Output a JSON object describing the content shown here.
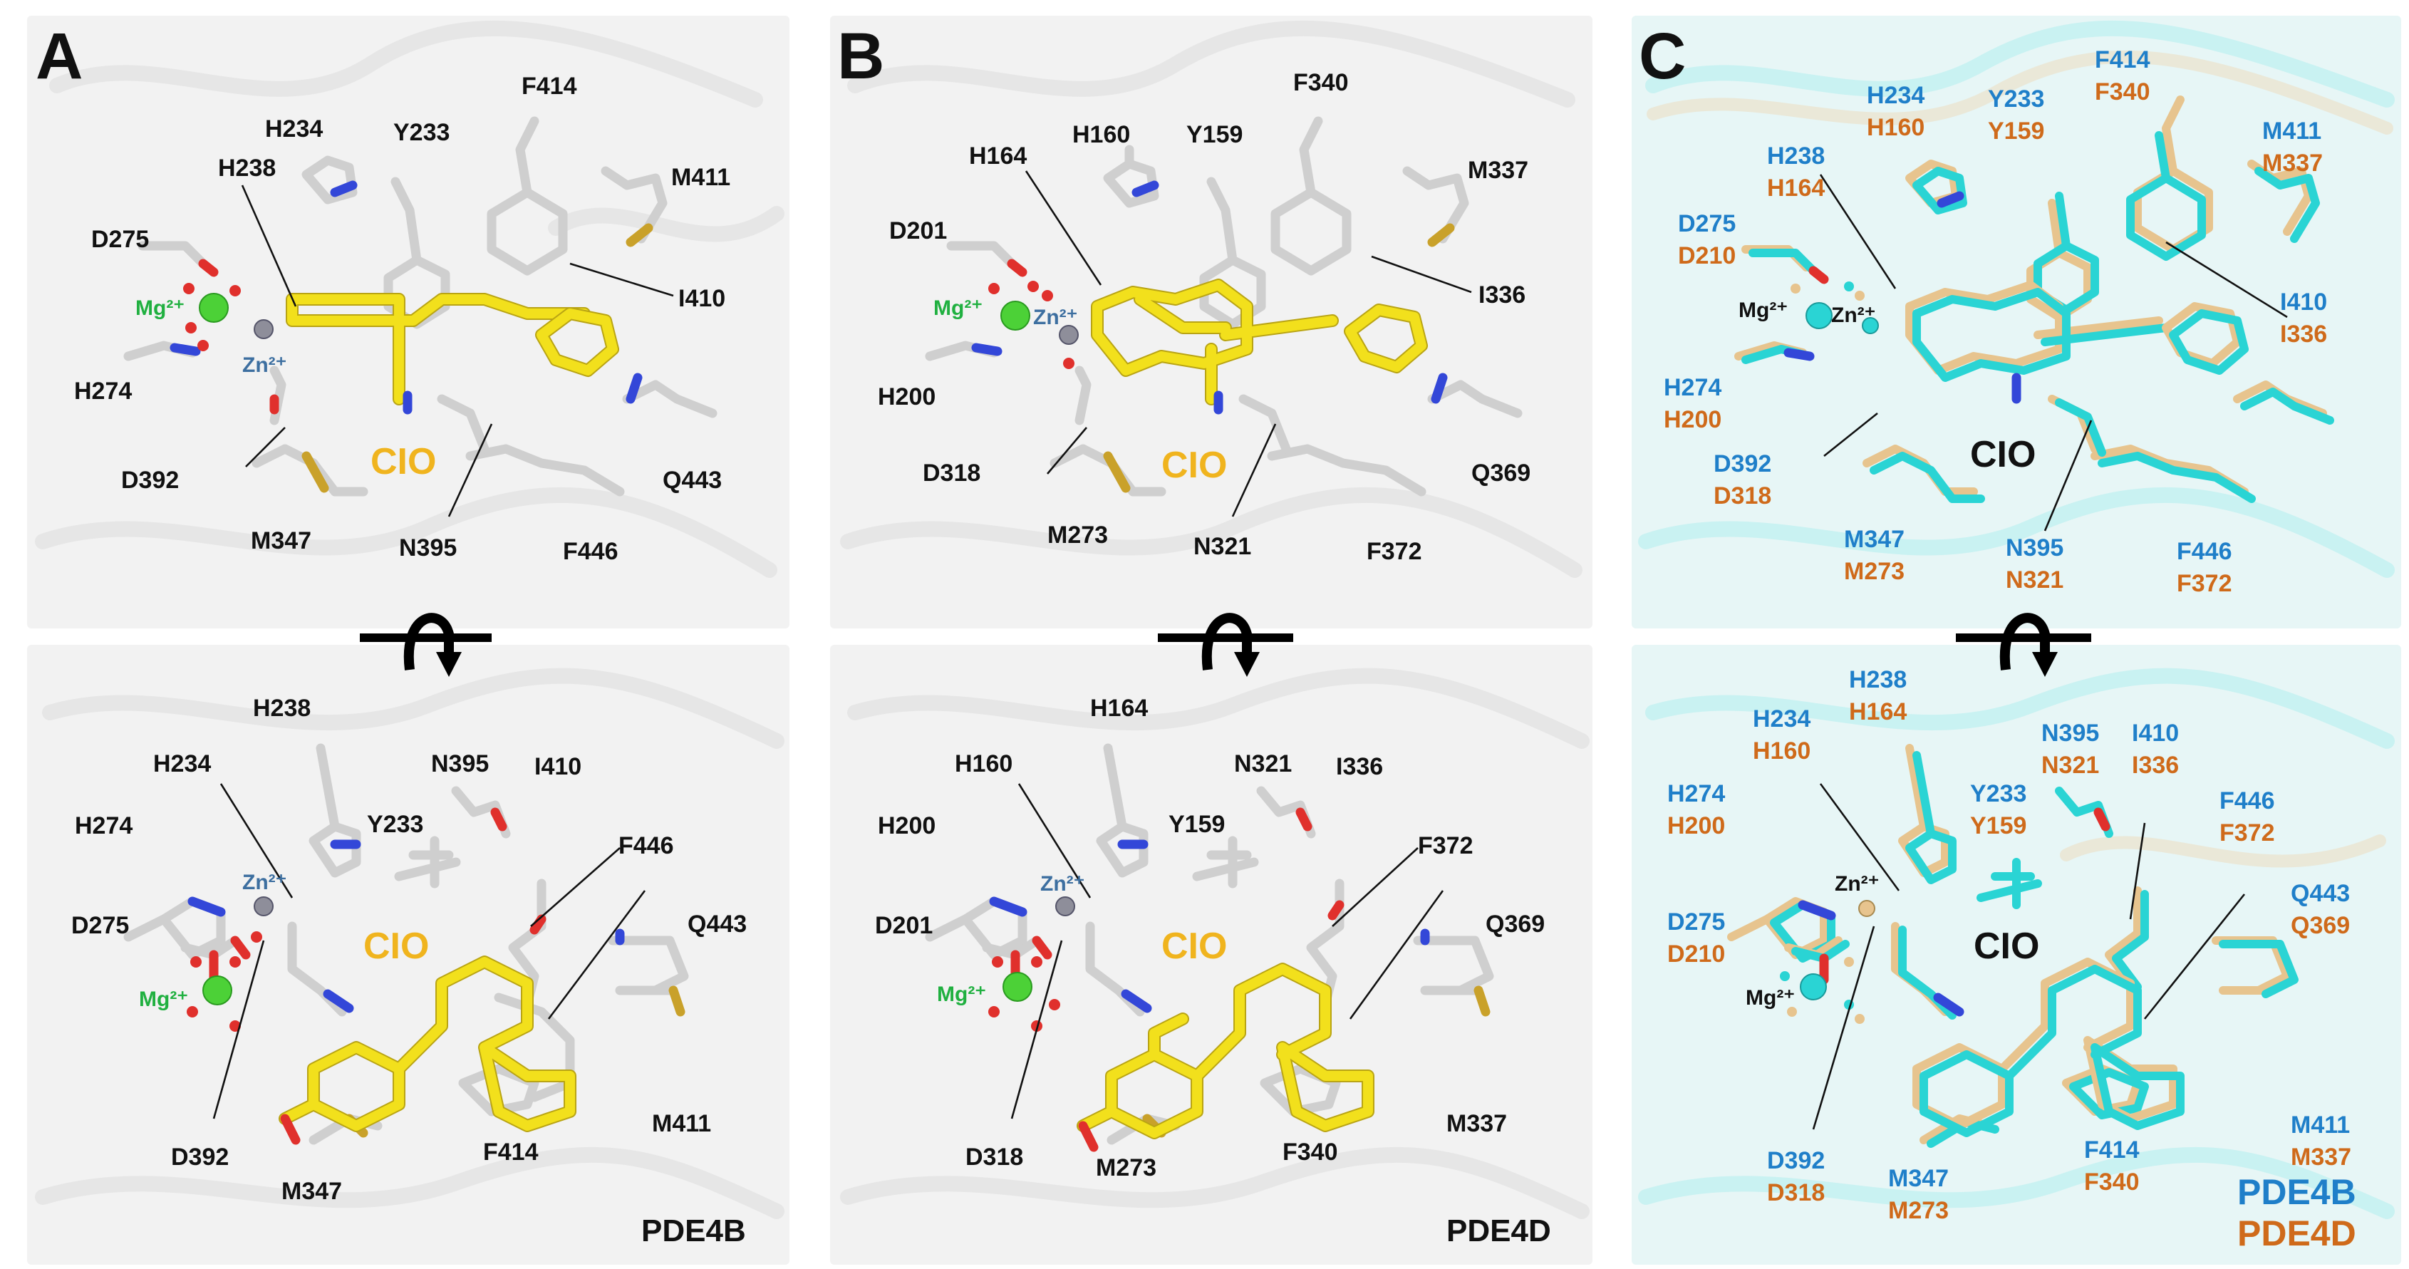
{
  "panels": [
    {
      "letter": "A",
      "ligand": "CIO",
      "corner_label": "",
      "top_labels": [
        "H234",
        "Y233",
        "F414",
        "M411",
        "H238",
        "D275",
        "I410",
        "H274",
        "D392",
        "Q443",
        "M347",
        "N395",
        "F446"
      ],
      "bottom_labels": [
        "H238",
        "H234",
        "N395",
        "I410",
        "H274",
        "Y233",
        "F446",
        "D275",
        "Q443",
        "D392",
        "F414",
        "M411",
        "M347"
      ],
      "ions_top": {
        "mg": "Mg²⁺",
        "zn": "Zn²⁺"
      },
      "ions_bottom": {
        "mg": "Mg²⁺",
        "zn": "Zn²⁺"
      },
      "bottom_corner": "PDE4B"
    },
    {
      "letter": "B",
      "ligand": "CIO",
      "top_labels": [
        "F340",
        "H164",
        "H160",
        "Y159",
        "M337",
        "D201",
        "I336",
        "H200",
        "D318",
        "Q369",
        "M273",
        "N321",
        "F372"
      ],
      "bottom_labels": [
        "H164",
        "H160",
        "N321",
        "I336",
        "H200",
        "Y159",
        "F372",
        "D201",
        "Q369",
        "D318",
        "F340",
        "M337",
        "M273"
      ],
      "ions_top": {
        "mg": "Mg²⁺",
        "zn": "Zn²⁺"
      },
      "ions_bottom": {
        "mg": "Mg²⁺",
        "zn": "Zn²⁺"
      },
      "bottom_corner": "PDE4D"
    },
    {
      "letter": "C",
      "ligand": "CIO",
      "top_pairs": [
        [
          "H234",
          "H160"
        ],
        [
          "Y233",
          "Y159"
        ],
        [
          "F414",
          "F340"
        ],
        [
          "M411",
          "M337"
        ],
        [
          "H238",
          "H164"
        ],
        [
          "D275",
          "D210"
        ],
        [
          "I410",
          "I336"
        ],
        [
          "H274",
          "H200"
        ],
        [
          "D392",
          "D318"
        ],
        [
          "M347",
          "M273"
        ],
        [
          "N395",
          "N321"
        ],
        [
          "F446",
          "F372"
        ]
      ],
      "bottom_pairs": [
        [
          "H238",
          "H164"
        ],
        [
          "H234",
          "H160"
        ],
        [
          "N395",
          "N321"
        ],
        [
          "I410",
          "I336"
        ],
        [
          "H274",
          "H200"
        ],
        [
          "Y233",
          "Y159"
        ],
        [
          "F446",
          "F372"
        ],
        [
          "D275",
          "D210"
        ],
        [
          "Q443",
          "Q369"
        ],
        [
          "D392",
          "D318"
        ],
        [
          "M347",
          "M273"
        ],
        [
          "F414",
          "F340"
        ],
        [
          "M411",
          "M337"
        ]
      ],
      "ions_top": {
        "mg": "Mg²⁺",
        "zn": "Zn²⁺"
      },
      "ions_bottom": {
        "mg": "Mg²⁺",
        "zn": "Zn²⁺"
      },
      "legend": [
        "PDE4B",
        "PDE4D"
      ]
    }
  ],
  "colors": {
    "pde4b": "#1f7fc9",
    "pde4d": "#cf6a1a",
    "ligand": "#f2e01c",
    "mg": "#4cd137",
    "zn": "#8e8e9a",
    "water": "#e0302c",
    "cyan": "#2ad4d4",
    "tan": "#e7c48e"
  }
}
